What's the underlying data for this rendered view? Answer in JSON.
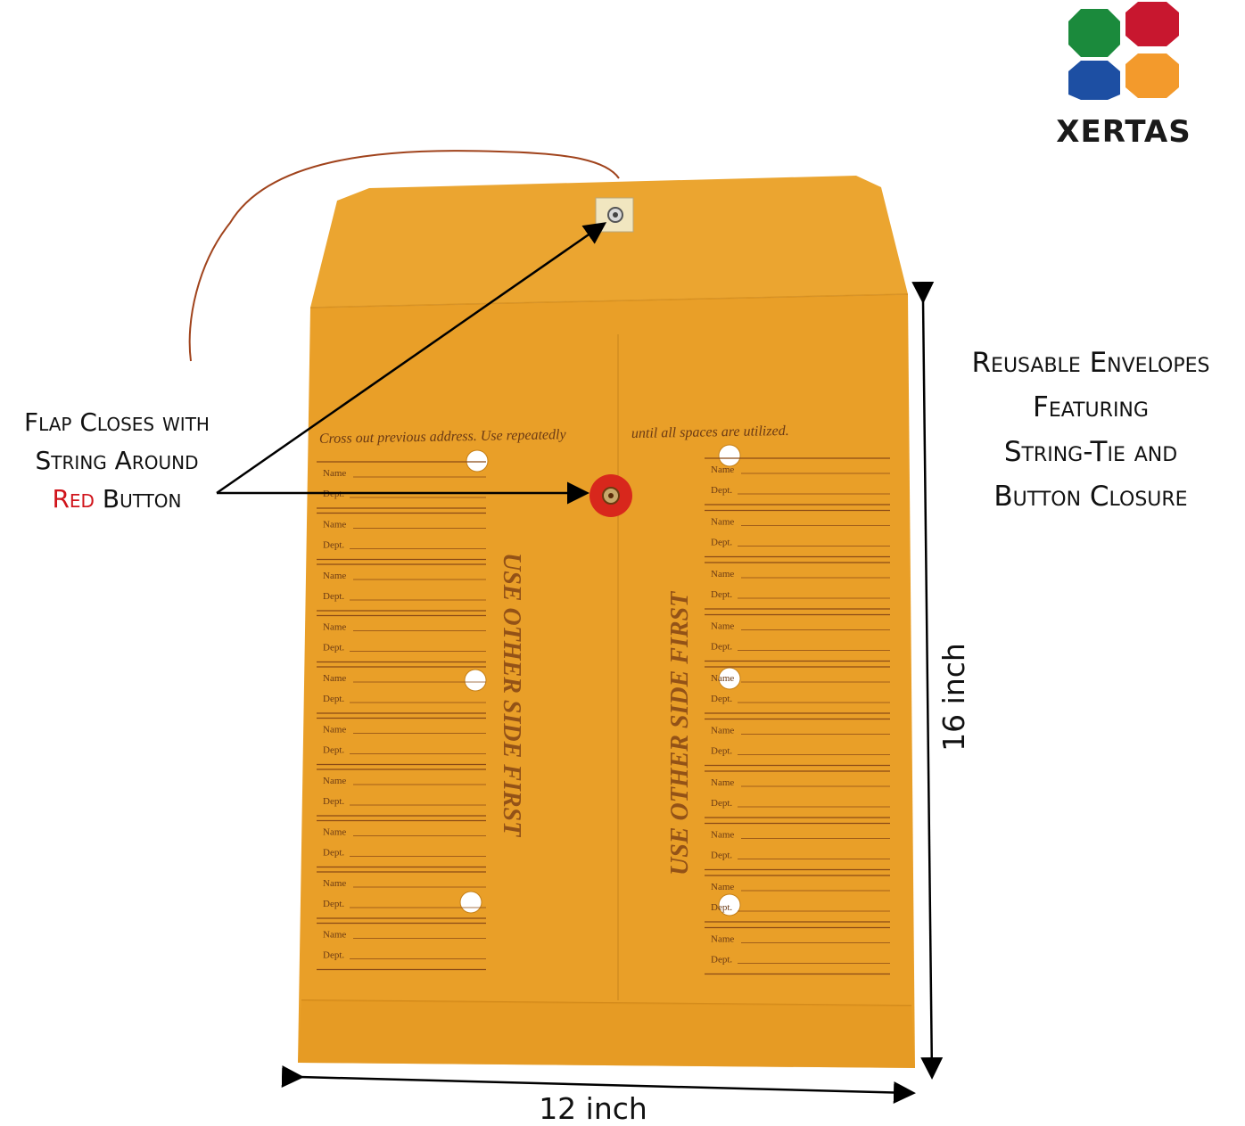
{
  "brand": {
    "name": "XERTAS",
    "colors": [
      "#1b8a3c",
      "#c8172f",
      "#1d4fa3",
      "#f39a2c"
    ]
  },
  "callouts": {
    "left": {
      "line1": "Flap Closes with",
      "line2": "String Around",
      "line3_red": "Red",
      "line3_rest": " Button"
    },
    "right": {
      "line1": "Reusable Envelopes",
      "line2": "Featuring",
      "line3": "String-Tie and",
      "line4": "Button Closure"
    }
  },
  "dimensions": {
    "width": "12 inch",
    "height": "16 inch"
  },
  "envelope": {
    "color": "#e9a02a",
    "header_left": "Cross out previous address. Use repeatedly",
    "header_right": "until all spaces are utilized.",
    "vertical_text": "USE OTHER SIDE FIRST",
    "field_name": "Name",
    "field_dept": "Dept."
  }
}
